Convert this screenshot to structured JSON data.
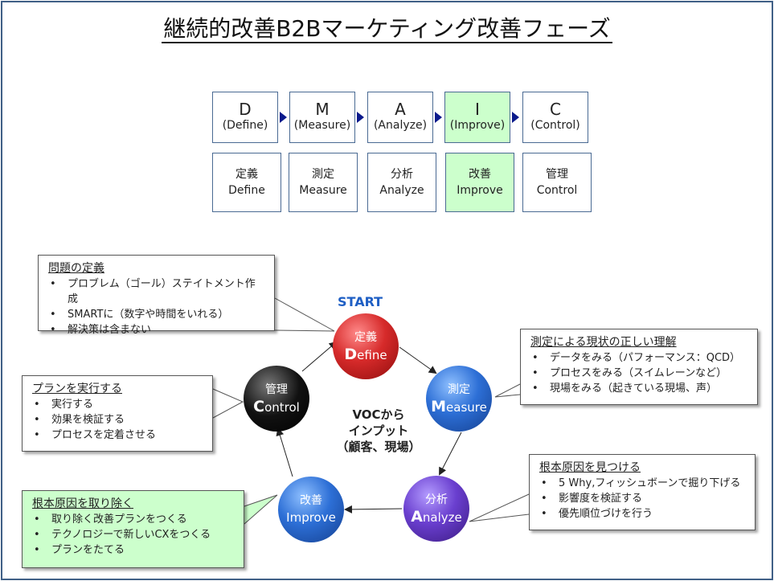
{
  "title": "継続的改善B2Bマーケティング改善フェーズ",
  "phases": [
    {
      "letter": "D",
      "name": "(Define)",
      "jp": "定義",
      "en": "Define",
      "highlight": false
    },
    {
      "letter": "M",
      "name": "(Measure)",
      "jp": "測定",
      "en": "Measure",
      "highlight": false
    },
    {
      "letter": "A",
      "name": "(Analyze)",
      "jp": "分析",
      "en": "Analyze",
      "highlight": false
    },
    {
      "letter": "I",
      "name": "(Improve)",
      "jp": "改善",
      "en": "Improve",
      "highlight": true
    },
    {
      "letter": "C",
      "name": "(Control)",
      "jp": "管理",
      "en": "Control",
      "highlight": false
    }
  ],
  "cycle": {
    "start_label": "START",
    "center_lines": [
      "VOCから",
      "インプット",
      "（顧客、現場）"
    ],
    "nodes": {
      "define": {
        "jp": "定義",
        "initial": "D",
        "rest": "efine"
      },
      "measure": {
        "jp": "測定",
        "initial": "M",
        "rest": "easure"
      },
      "analyze": {
        "jp": "分析",
        "initial": "A",
        "rest": "nalyze"
      },
      "improve": {
        "jp": "改善",
        "initial": "",
        "rest": "Improve"
      },
      "control": {
        "jp": "管理",
        "initial": "C",
        "rest": "ontrol"
      }
    }
  },
  "callouts": {
    "define": {
      "heading": "問題の定義",
      "items": [
        "プロブレム（ゴール）ステイトメント作成",
        "SMARTに（数字や時間をいれる）",
        "解決策は含まない"
      ]
    },
    "measure": {
      "heading": "測定による現状の正しい理解",
      "items": [
        "データをみる（パフォーマンス：QCD）",
        "プロセスをみる（スイムレーンなど）",
        "現場をみる（起きている現場、声）"
      ]
    },
    "analyze": {
      "heading": "根本原因を見つける",
      "items": [
        " 5 Why,フィッシュボーンで掘り下げる",
        "影響度を検証する",
        "優先順位づけを行う"
      ]
    },
    "improve": {
      "heading": "根本原因を取り除く",
      "items": [
        " 取り除く改善プランをつくる",
        "テクノロジーで新しいCXをつくる",
        "プランをたてる"
      ]
    },
    "control": {
      "heading": "プランを実行する",
      "items": [
        "実行する",
        "効果を検証する",
        "プロセスを定着させる"
      ]
    }
  },
  "colors": {
    "border": "#3f5f86",
    "highlight": "#ccffcc",
    "start": "#1f5fc4",
    "arrow": "#0a1a8c"
  }
}
